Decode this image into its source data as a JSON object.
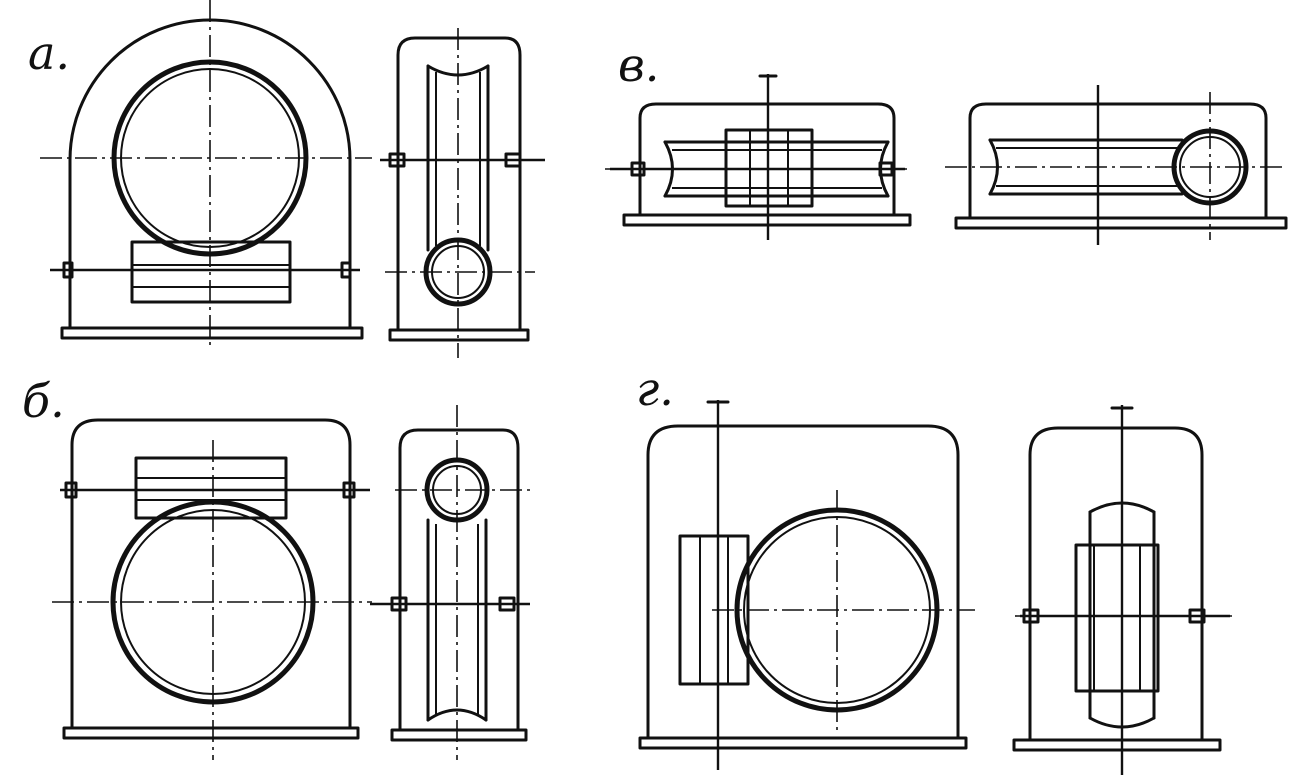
{
  "figure": {
    "panels": [
      {
        "id": "a",
        "label": "а."
      },
      {
        "id": "b",
        "label": "б."
      },
      {
        "id": "v",
        "label": "в."
      },
      {
        "id": "g",
        "label": "г."
      }
    ]
  },
  "style": {
    "ink": "#111111",
    "paper": "#ffffff"
  }
}
